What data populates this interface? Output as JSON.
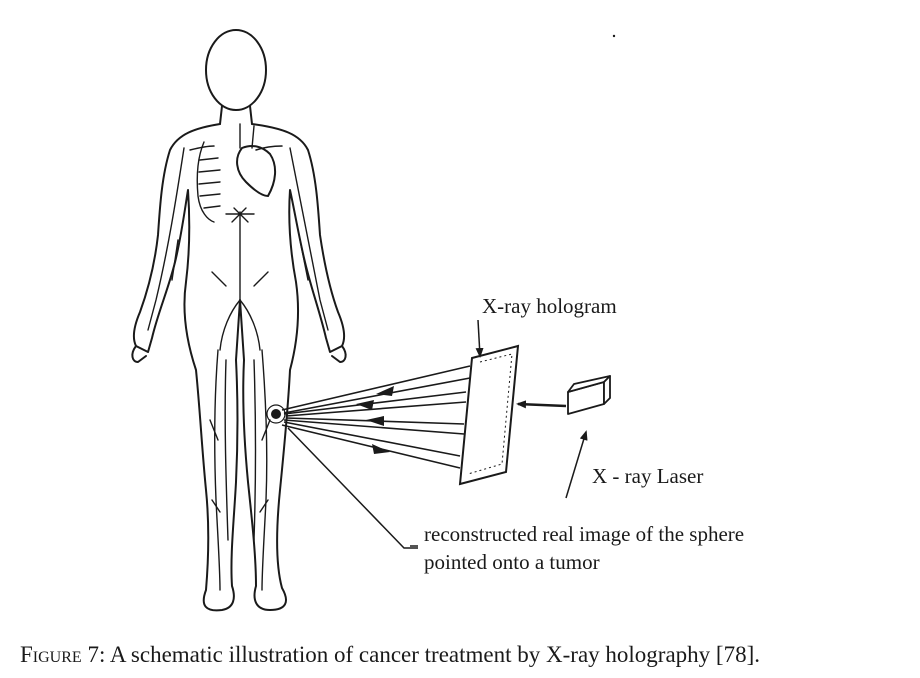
{
  "labels": {
    "hologram": "X-ray hologram",
    "laser": "X - ray Laser",
    "reconstructed_line1": "reconstructed real image of the sphere",
    "reconstructed_line2": "pointed onto a tumor"
  },
  "caption": {
    "figure_word": "Figure",
    "figure_number": "7:",
    "text": "A schematic illustration of cancer treatment by X-ray holography [78]."
  },
  "colors": {
    "ink": "#1a1a1a",
    "background": "#ffffff"
  }
}
